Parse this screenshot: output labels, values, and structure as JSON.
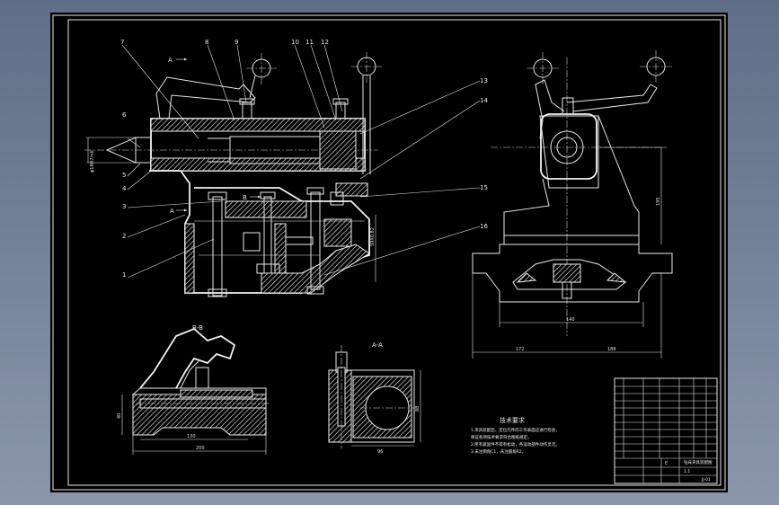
{
  "balloons": [
    "1",
    "2",
    "3",
    "4",
    "5",
    "6",
    "7",
    "8",
    "9",
    "10",
    "11",
    "12",
    "13",
    "14",
    "15",
    "16"
  ],
  "views": {
    "arrow_a": "A",
    "arrow_b": "B",
    "section_bb": "B-B",
    "section_aa": "A-A"
  },
  "dimensions": {
    "bore_fit": "φ18H7/n6",
    "thread": "S9X0.82",
    "right_width": "140",
    "right_left": "172",
    "right_right": "188",
    "right_height": "195",
    "bb_width": "130",
    "bb_total": "200",
    "bb_height": "40",
    "aa_height": "88",
    "aa_width": "96"
  },
  "notes": {
    "title": "技术要求",
    "lines": [
      "1.夹具装配后，定位元件的工作表面应进行检验，",
      "  保证各项技术要求符合图纸规定。",
      "2.所有紧固件不得有松动，各运动部件动作灵活。",
      "3.未注倒角C1，未注圆角R2。"
    ]
  },
  "title_block": {
    "title": "钻床夹具装配图",
    "scale": "1:1",
    "drawing_no": "JJ-01",
    "mark": "E"
  }
}
